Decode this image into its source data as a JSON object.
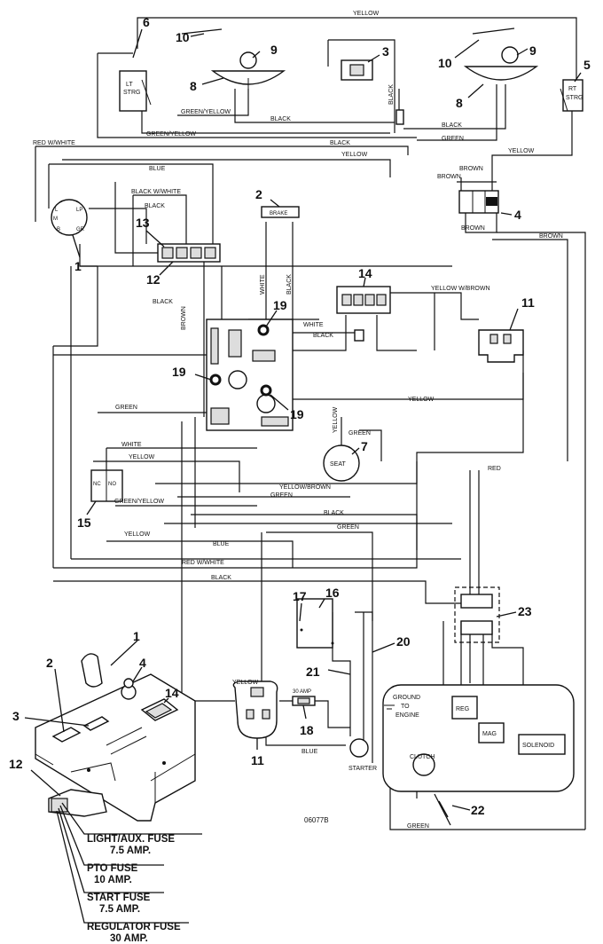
{
  "wire_labels": {
    "yellow_top": "YELLOW",
    "green_yellow_1": "GREEN/YELLOW",
    "black_1": "BLACK",
    "black_vert": "BLACK",
    "green_yellow_2": "GREEN/YELLOW",
    "black_2": "BLACK",
    "black_3": "BLACK",
    "green_1": "GREEN",
    "red_white_1": "RED W/WHITE",
    "yellow_2": "YELLOW",
    "yellow_3": "YELLOW",
    "brown_1": "BROWN",
    "brown_2": "BROWN",
    "brown_3": "BROWN",
    "brown_4": "BROWN",
    "blue_1": "BLUE",
    "black_white": "BLACK W/WHITE",
    "black_4": "BLACK",
    "white_vert": "WHITE",
    "black_vert2": "BLACK",
    "yellow_brown_1": "YELLOW W/BROWN",
    "black_5": "BLACK",
    "brown_vert": "BROWN",
    "white_1": "WHITE",
    "black_6": "BLACK",
    "green_2": "GREEN",
    "yellow_4": "YELLOW",
    "yellow_vert": "YELLOW",
    "green_3": "GREEN",
    "white_2": "WHITE",
    "yellow_5": "YELLOW",
    "green_yellow_3": "GREEN/YELLOW",
    "yellow_brown_2": "YELLOW/BROWN",
    "green_4": "GREEN",
    "red_1": "RED",
    "black_7": "BLACK",
    "green_5": "GREEN",
    "yellow_6": "YELLOW",
    "blue_2": "BLUE",
    "red_white_2": "RED W/WHITE",
    "black_8": "BLACK",
    "yellow_7": "YELLOW",
    "blue_3": "BLUE",
    "green_6": "GREEN"
  },
  "components": {
    "lt_strg": [
      "LT",
      "STRG"
    ],
    "rt_strg": [
      "RT",
      "STRG"
    ],
    "brake": "BRAKE",
    "seat": "SEAT",
    "nc": "NC",
    "no": "NO",
    "ignition": {
      "l": "L",
      "lp": "LP",
      "m": "M",
      "b": "B",
      "gr": "GR"
    },
    "ground_to_engine": [
      "GROUND",
      "TO",
      "ENGINE"
    ],
    "reg": "REG",
    "mag": "MAG",
    "solenoid": "SOLENOID",
    "starter": "STARTER",
    "clutch": "CLUTCH",
    "amp_30": "30 AMP",
    "drawing_code": "06077B"
  },
  "callouts": {
    "n1": "1",
    "n2": "2",
    "n3": "3",
    "n4": "4",
    "n5": "5",
    "n6": "6",
    "n7": "7",
    "n8": "8",
    "n9": "9",
    "n10": "10",
    "n11": "11",
    "n12": "12",
    "n13": "13",
    "n14": "14",
    "n15": "15",
    "n16": "16",
    "n17": "17",
    "n18": "18",
    "n19": "19",
    "n20": "20",
    "n21": "21",
    "n22": "22",
    "n23": "23"
  },
  "fuse_legend": [
    {
      "name": "LIGHT/AUX. FUSE",
      "rating": "7.5 AMP."
    },
    {
      "name": "PTO FUSE",
      "rating": "10 AMP."
    },
    {
      "name": "START FUSE",
      "rating": "7.5 AMP."
    },
    {
      "name": "REGULATOR FUSE",
      "rating": "30 AMP."
    }
  ]
}
